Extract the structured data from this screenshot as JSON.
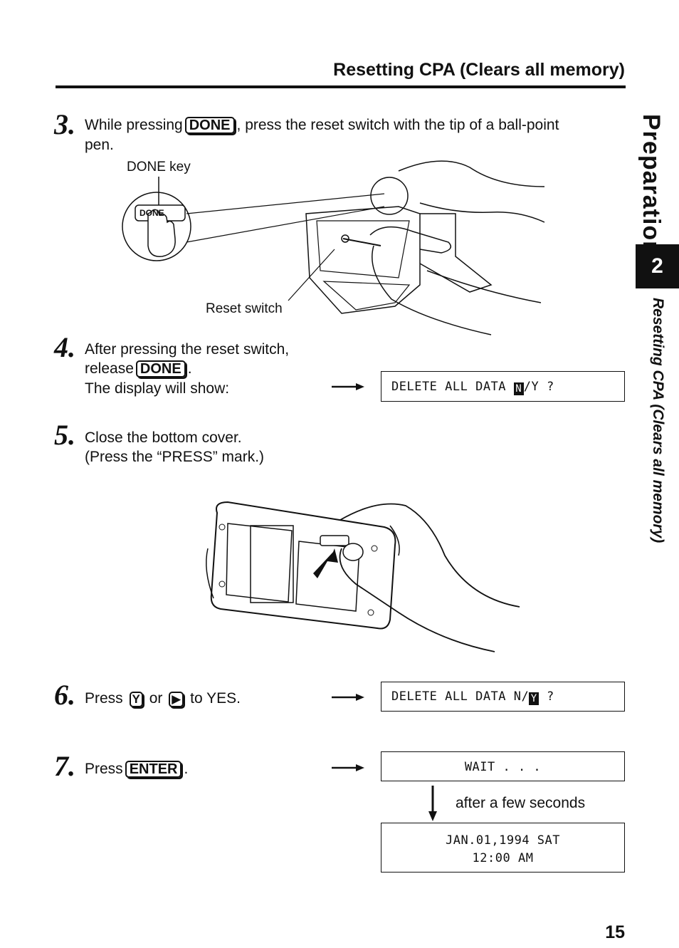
{
  "header": {
    "title": "Resetting CPA (Clears all memory)"
  },
  "sidebar": {
    "section_label": "Preparation",
    "chapter_number": "2",
    "subtitle": "Resetting CPA (Clears all memory)"
  },
  "steps": {
    "s3": {
      "number": "3.",
      "text_a": "While pressing",
      "key": "DONE",
      "text_b": ", press the reset switch with the tip of a ball-point",
      "text_c": "pen.",
      "label_done_key": "DONE key",
      "label_reset": "Reset switch",
      "illus_key": "DONE"
    },
    "s4": {
      "number": "4.",
      "line1": "After pressing the reset switch,",
      "line2_a": "release",
      "key": "DONE",
      "line2_b": ".",
      "line3": "The display will show:",
      "display_a": "DELETE ALL DATA ",
      "display_cursor": "N",
      "display_b": "/Y ?"
    },
    "s5": {
      "number": "5.",
      "line1": "Close the bottom cover.",
      "line2": "(Press the “PRESS” mark.)"
    },
    "s6": {
      "number": "6.",
      "text_a": "Press",
      "key_y": "Y",
      "text_or": "or",
      "key_arrow": "▶",
      "text_b": "to YES.",
      "display_a": "DELETE ALL DATA N/",
      "display_cursor": "Y",
      "display_b": " ?"
    },
    "s7": {
      "number": "7.",
      "text_a": "Press",
      "key": "ENTER",
      "text_b": ".",
      "display_wait": "WAIT . . .",
      "after_label": "after a few seconds",
      "date_line": "JAN.01,1994 SAT",
      "time_line": "12:00 AM"
    }
  },
  "footer": {
    "page_number": "15"
  }
}
